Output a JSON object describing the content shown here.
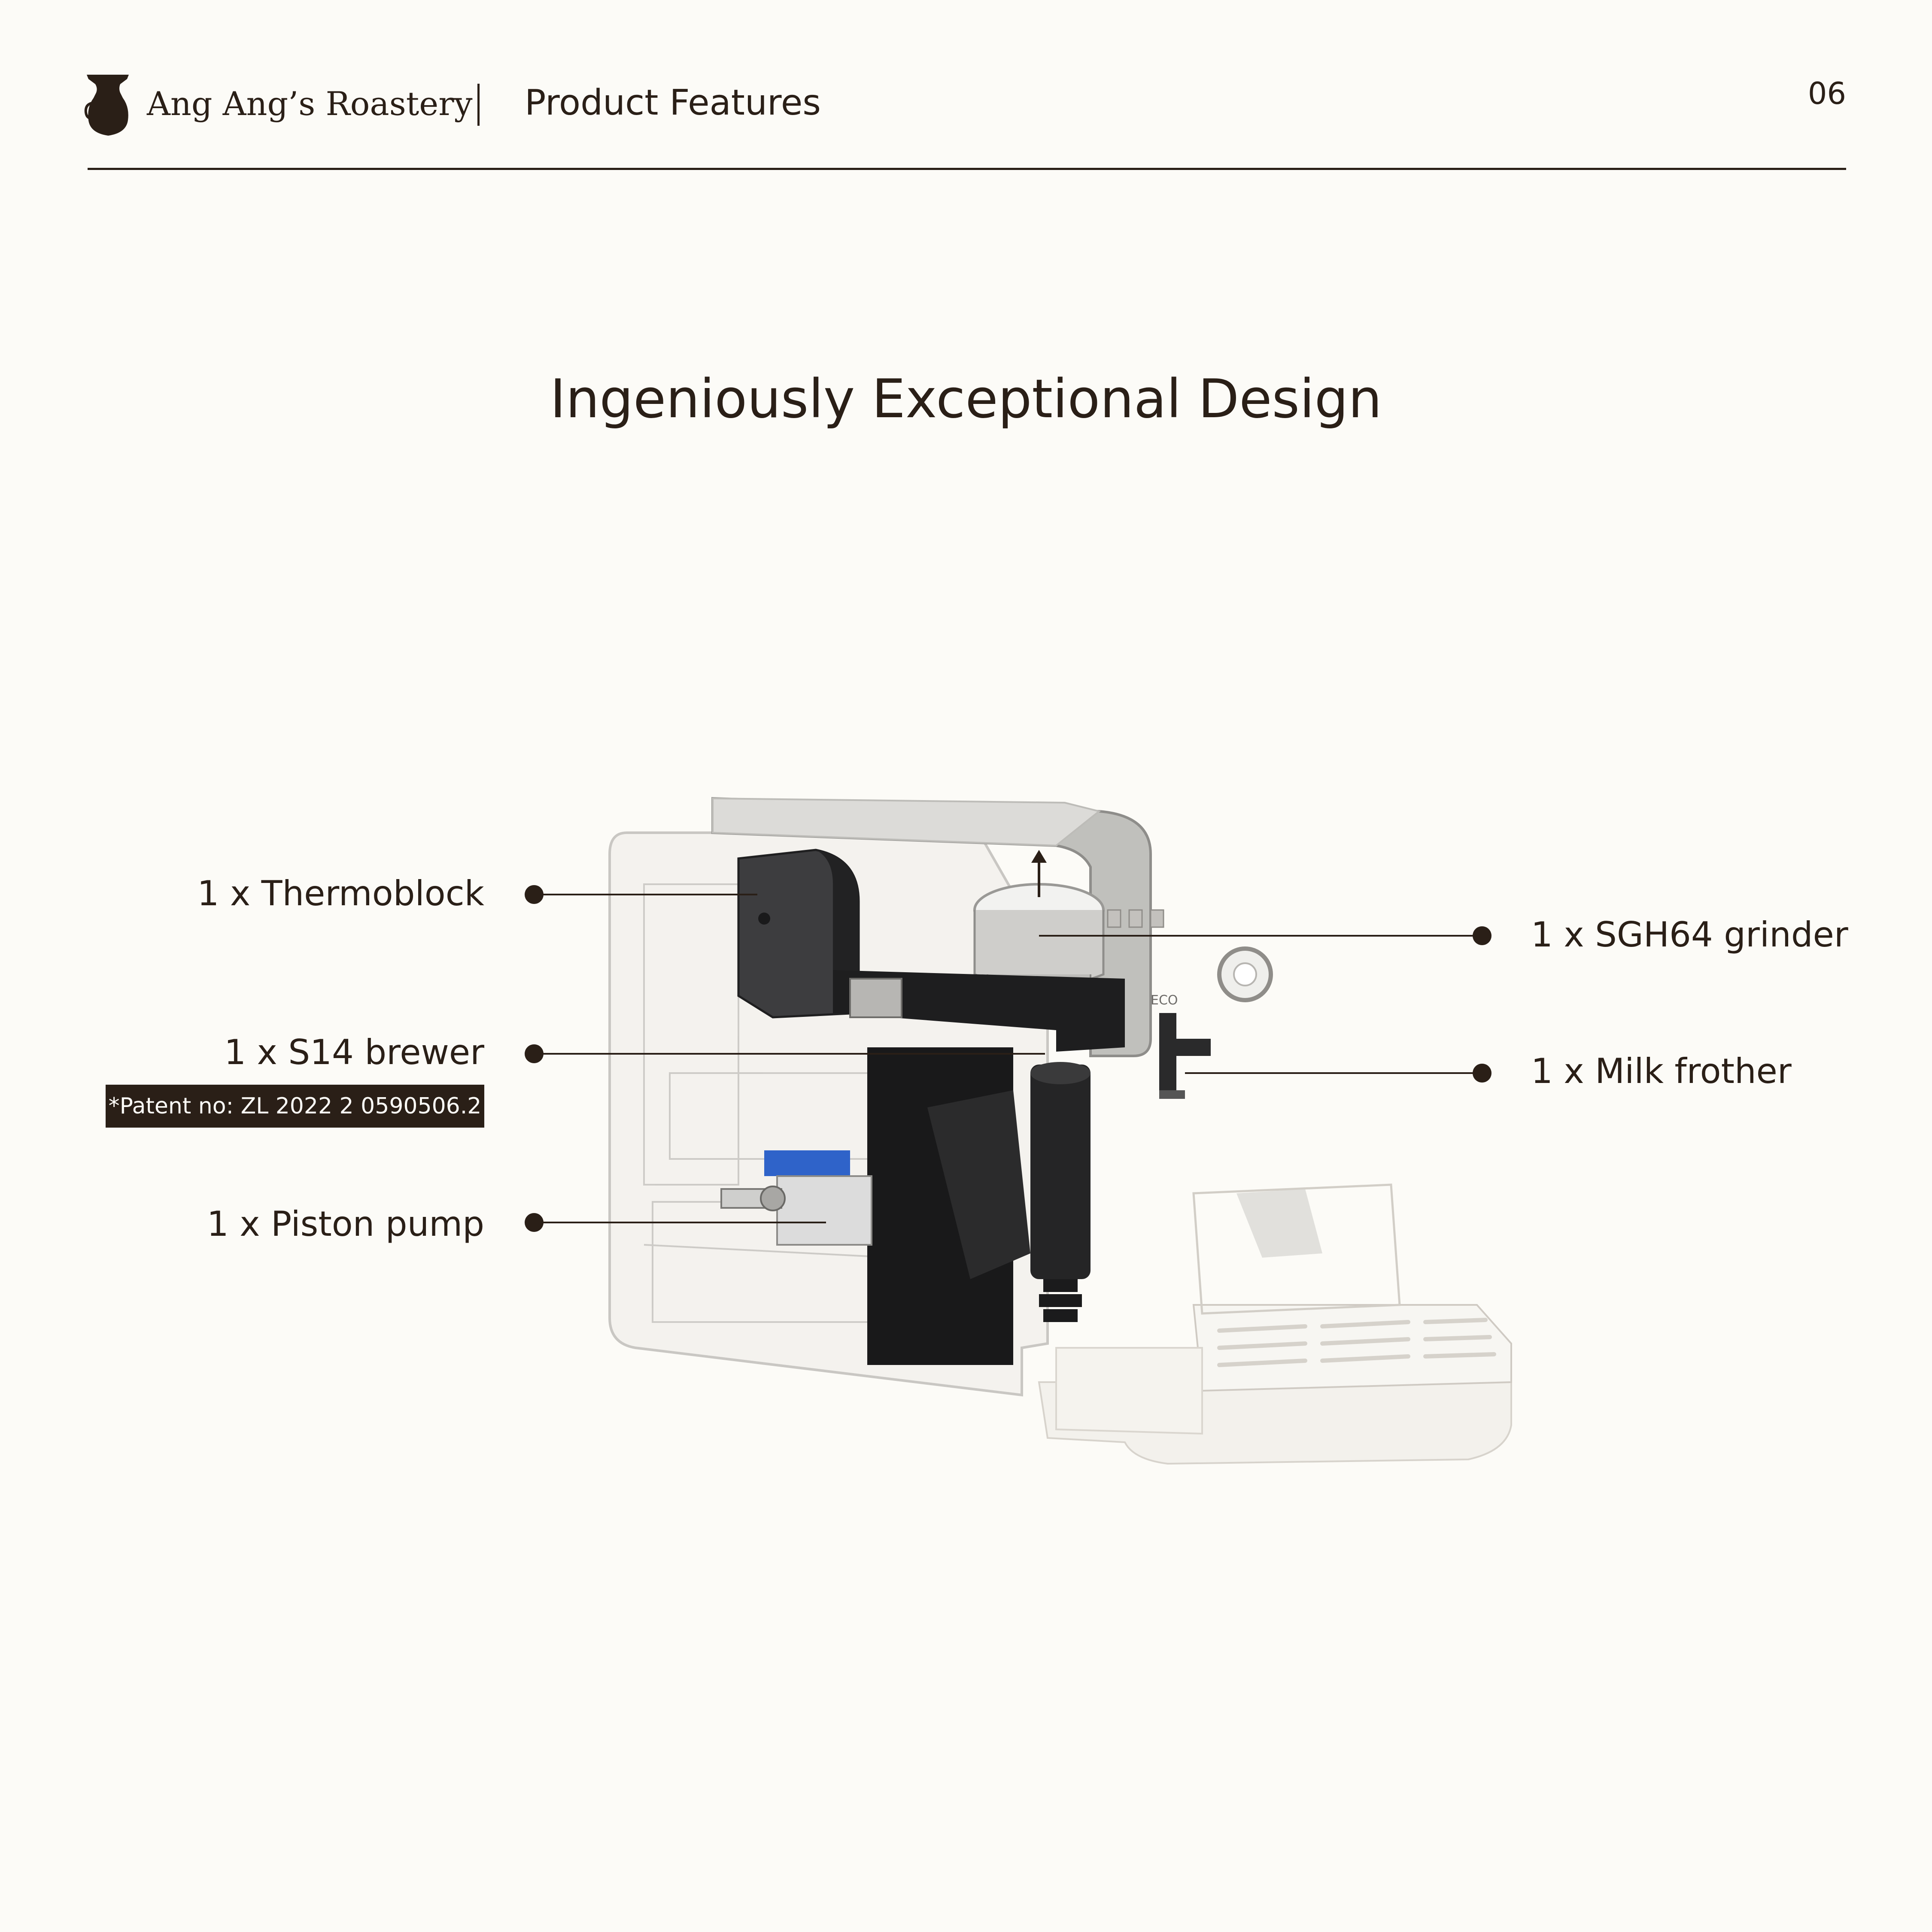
{
  "header": {
    "brand": "Ang Ang’s Roastery",
    "section": "Product Features",
    "page_number": "06",
    "logo_icon": "coffee-dripper-icon"
  },
  "title": "Ingeniously Exceptional Design",
  "callouts": {
    "thermoblock": "1 x Thermoblock",
    "brewer": "1 x S14 brewer",
    "patent": "*Patent no: ZL 2022 2 0590506.2",
    "piston_pump": "1 x Piston pump",
    "grinder": "1 x SGH64 grinder",
    "milk_frother": "1 x Milk frother"
  },
  "machine_panel": {
    "eco_label": "ECO"
  },
  "colors": {
    "background": "#fcfbf7",
    "ink": "#2a1f17",
    "pump_blue": "#2f63c9"
  }
}
